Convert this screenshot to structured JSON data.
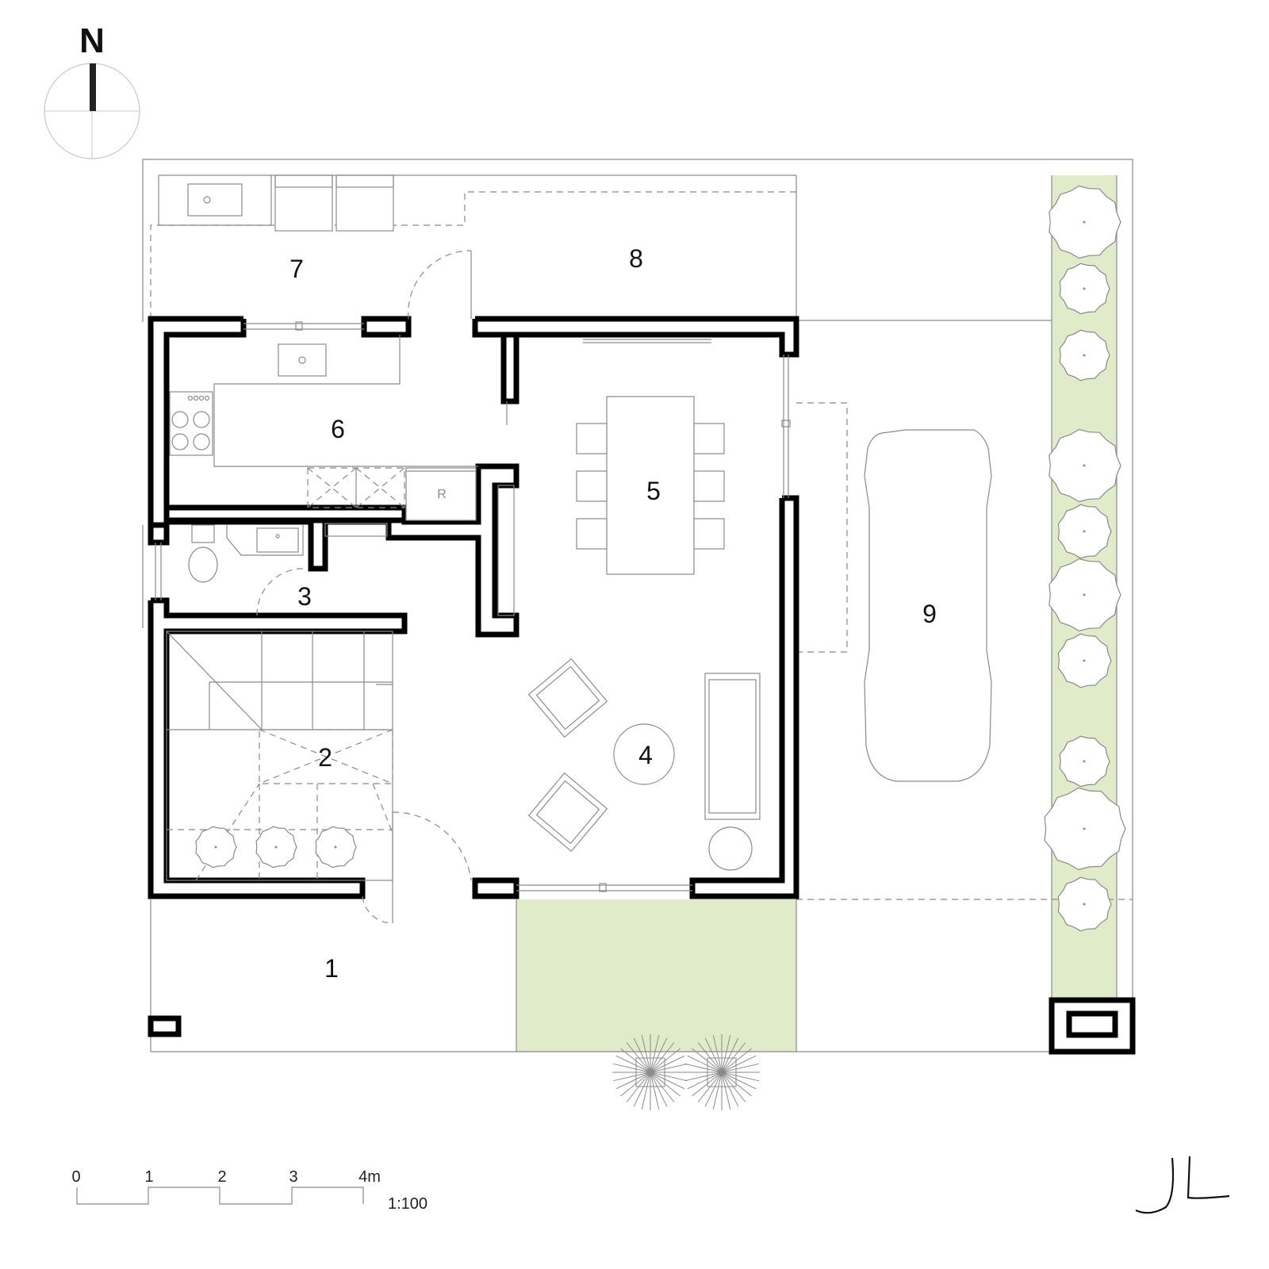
{
  "north": {
    "label": "N"
  },
  "rooms": [
    {
      "id": "1",
      "label": "1"
    },
    {
      "id": "2",
      "label": "2"
    },
    {
      "id": "3",
      "label": "3"
    },
    {
      "id": "4",
      "label": "4"
    },
    {
      "id": "5",
      "label": "5"
    },
    {
      "id": "6",
      "label": "6"
    },
    {
      "id": "7",
      "label": "7"
    },
    {
      "id": "8",
      "label": "8"
    },
    {
      "id": "9",
      "label": "9"
    }
  ],
  "refrigerator_label": "R",
  "scale_bar": {
    "ticks": [
      "0",
      "1",
      "2",
      "3",
      "4m"
    ],
    "ratio": "1:100"
  },
  "signature": {
    "text": "JL"
  },
  "colors": {
    "wall": "#000000",
    "line": "#8a8a8a",
    "garden": "#dfebc9",
    "background": "#ffffff"
  }
}
